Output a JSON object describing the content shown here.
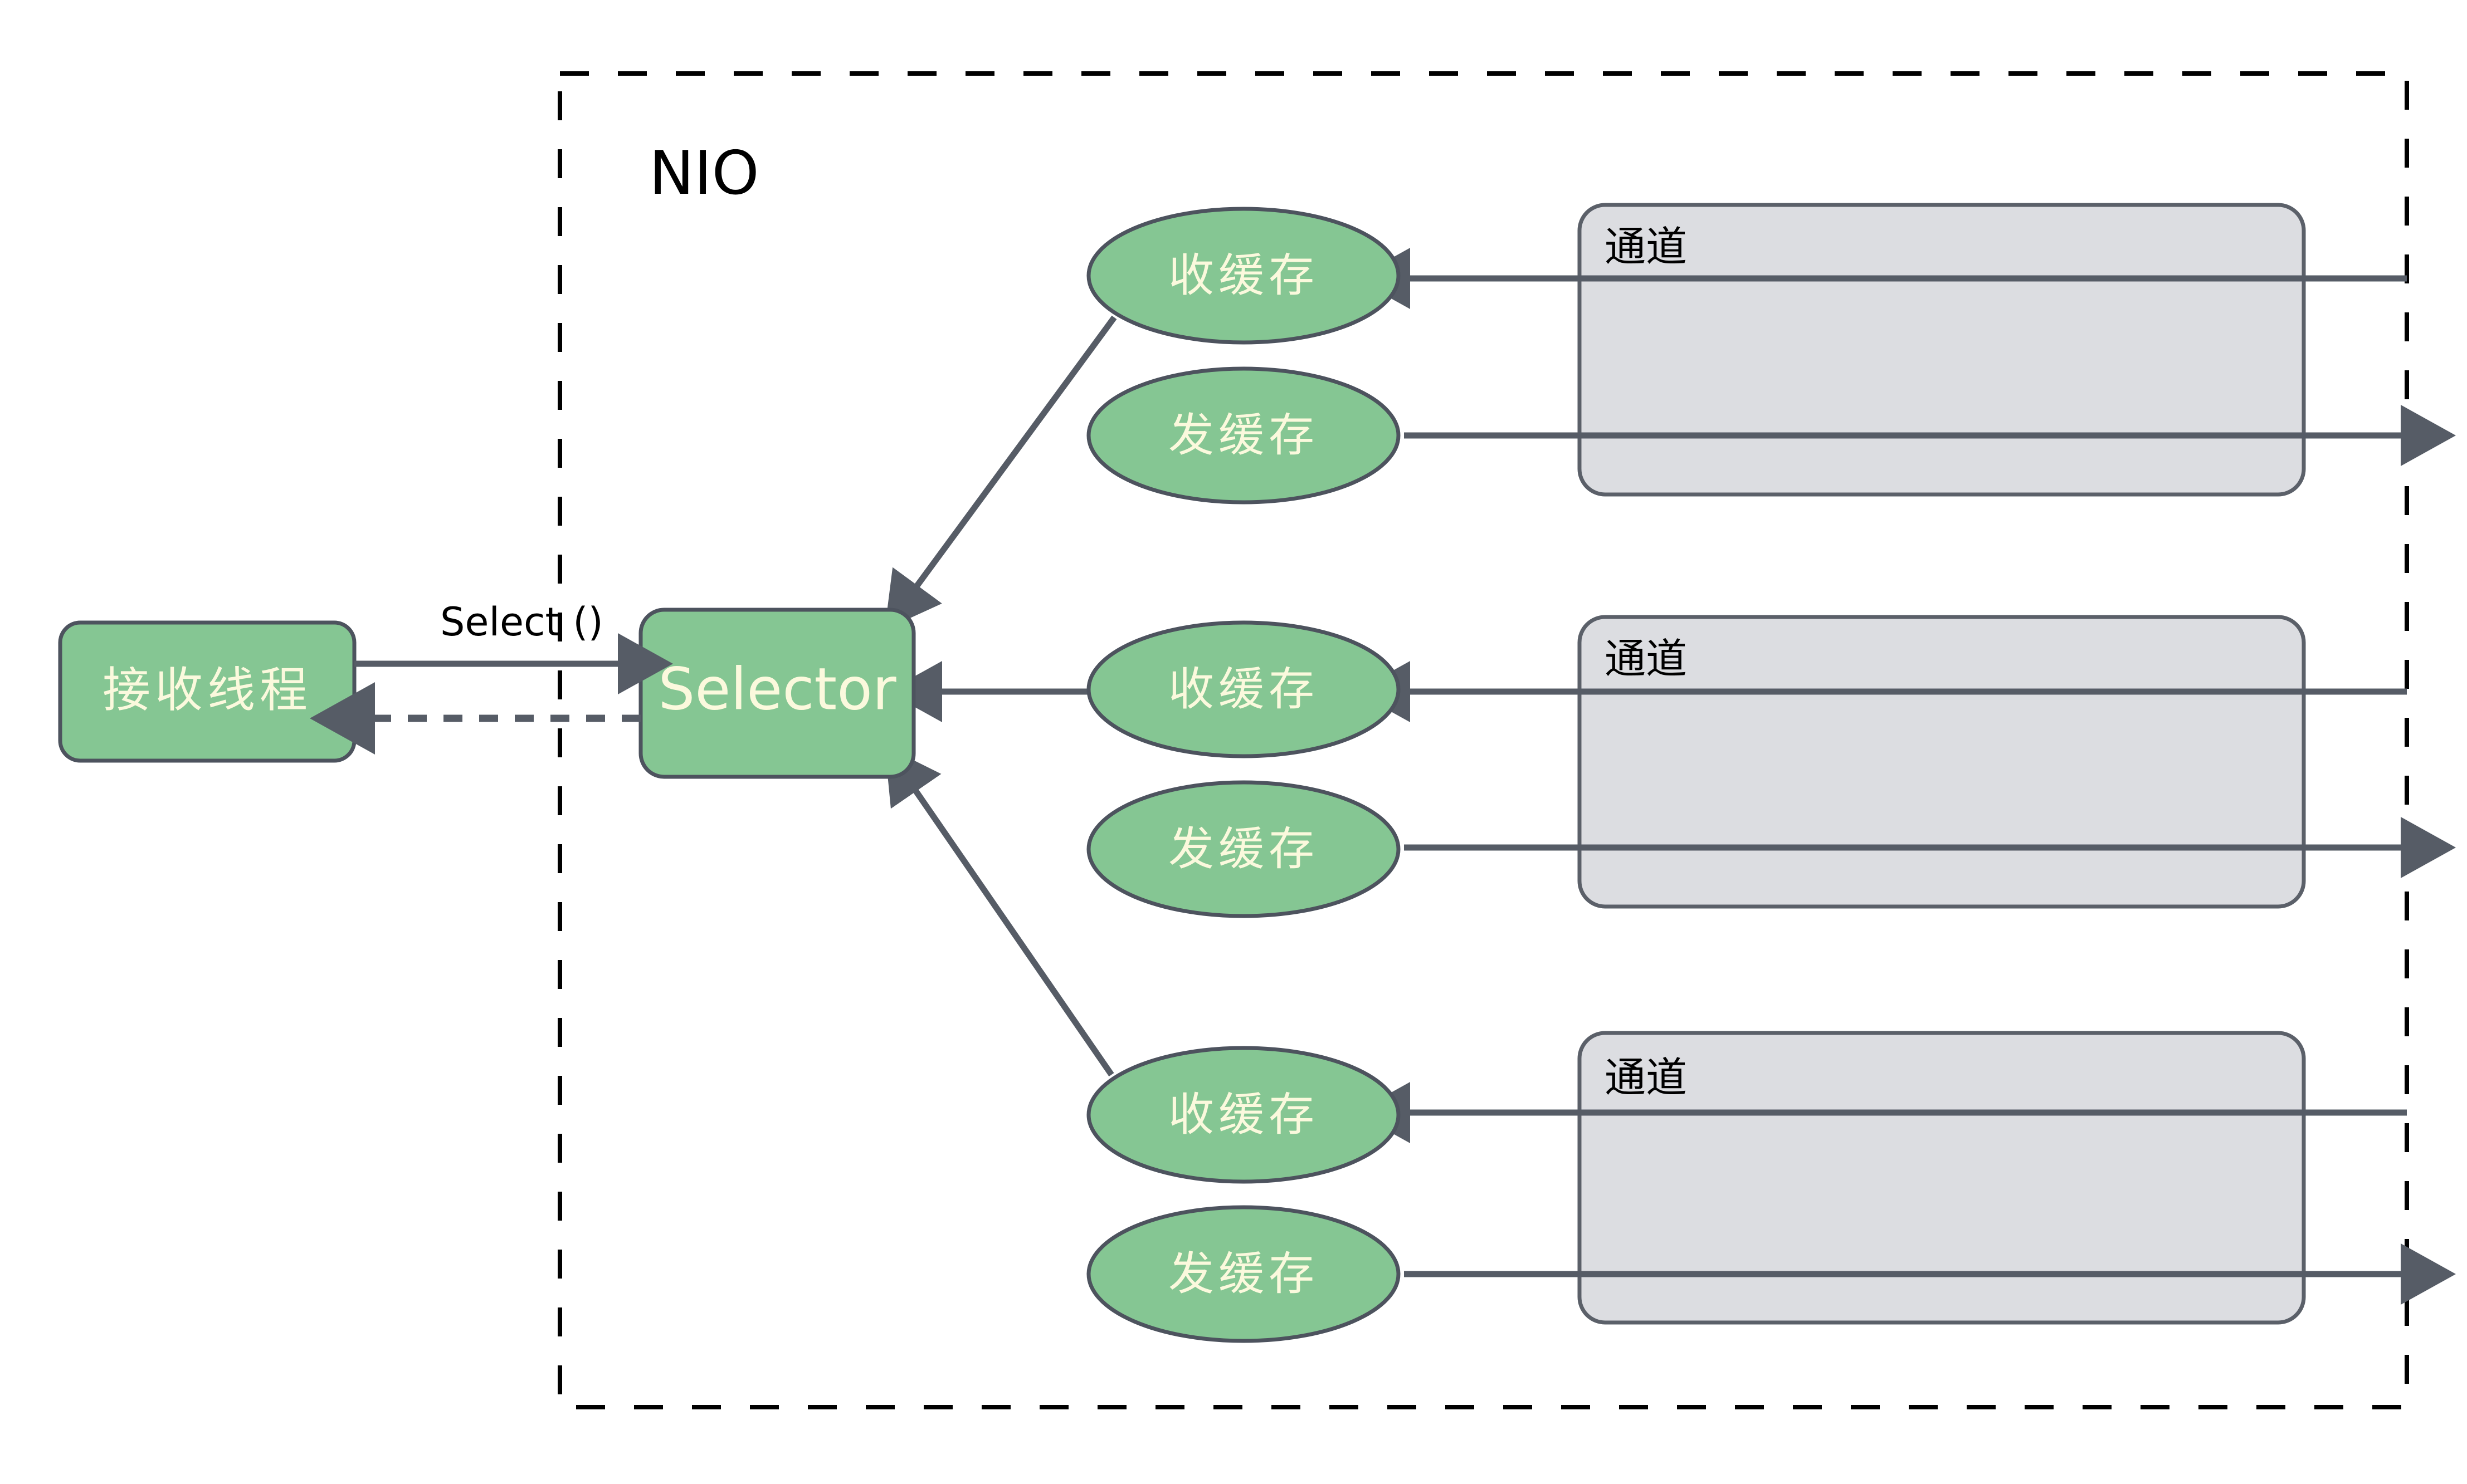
{
  "diagram": {
    "title_label": "NIO",
    "thread_box": {
      "label": "接收线程"
    },
    "selector_box": {
      "label": "Selector"
    },
    "select_call_label": "Select ()",
    "channel_label": "通道",
    "buffer_labels": {
      "receive": "收缓存",
      "send": "发缓存"
    },
    "channels": [
      {
        "label": "通道",
        "recv_buffer": "收缓存",
        "send_buffer": "发缓存"
      },
      {
        "label": "通道",
        "recv_buffer": "收缓存",
        "send_buffer": "发缓存"
      },
      {
        "label": "通道",
        "recv_buffer": "收缓存",
        "send_buffer": "发缓存"
      }
    ],
    "colors": {
      "node_fill": "#85c693",
      "node_stroke": "#4d535e",
      "node_text": "#fbf9dd",
      "channel_fill": "#dcdde1",
      "channel_stroke": "#5b6069",
      "edge": "#565c66",
      "border": "#000000",
      "background": "#ffffff"
    }
  }
}
